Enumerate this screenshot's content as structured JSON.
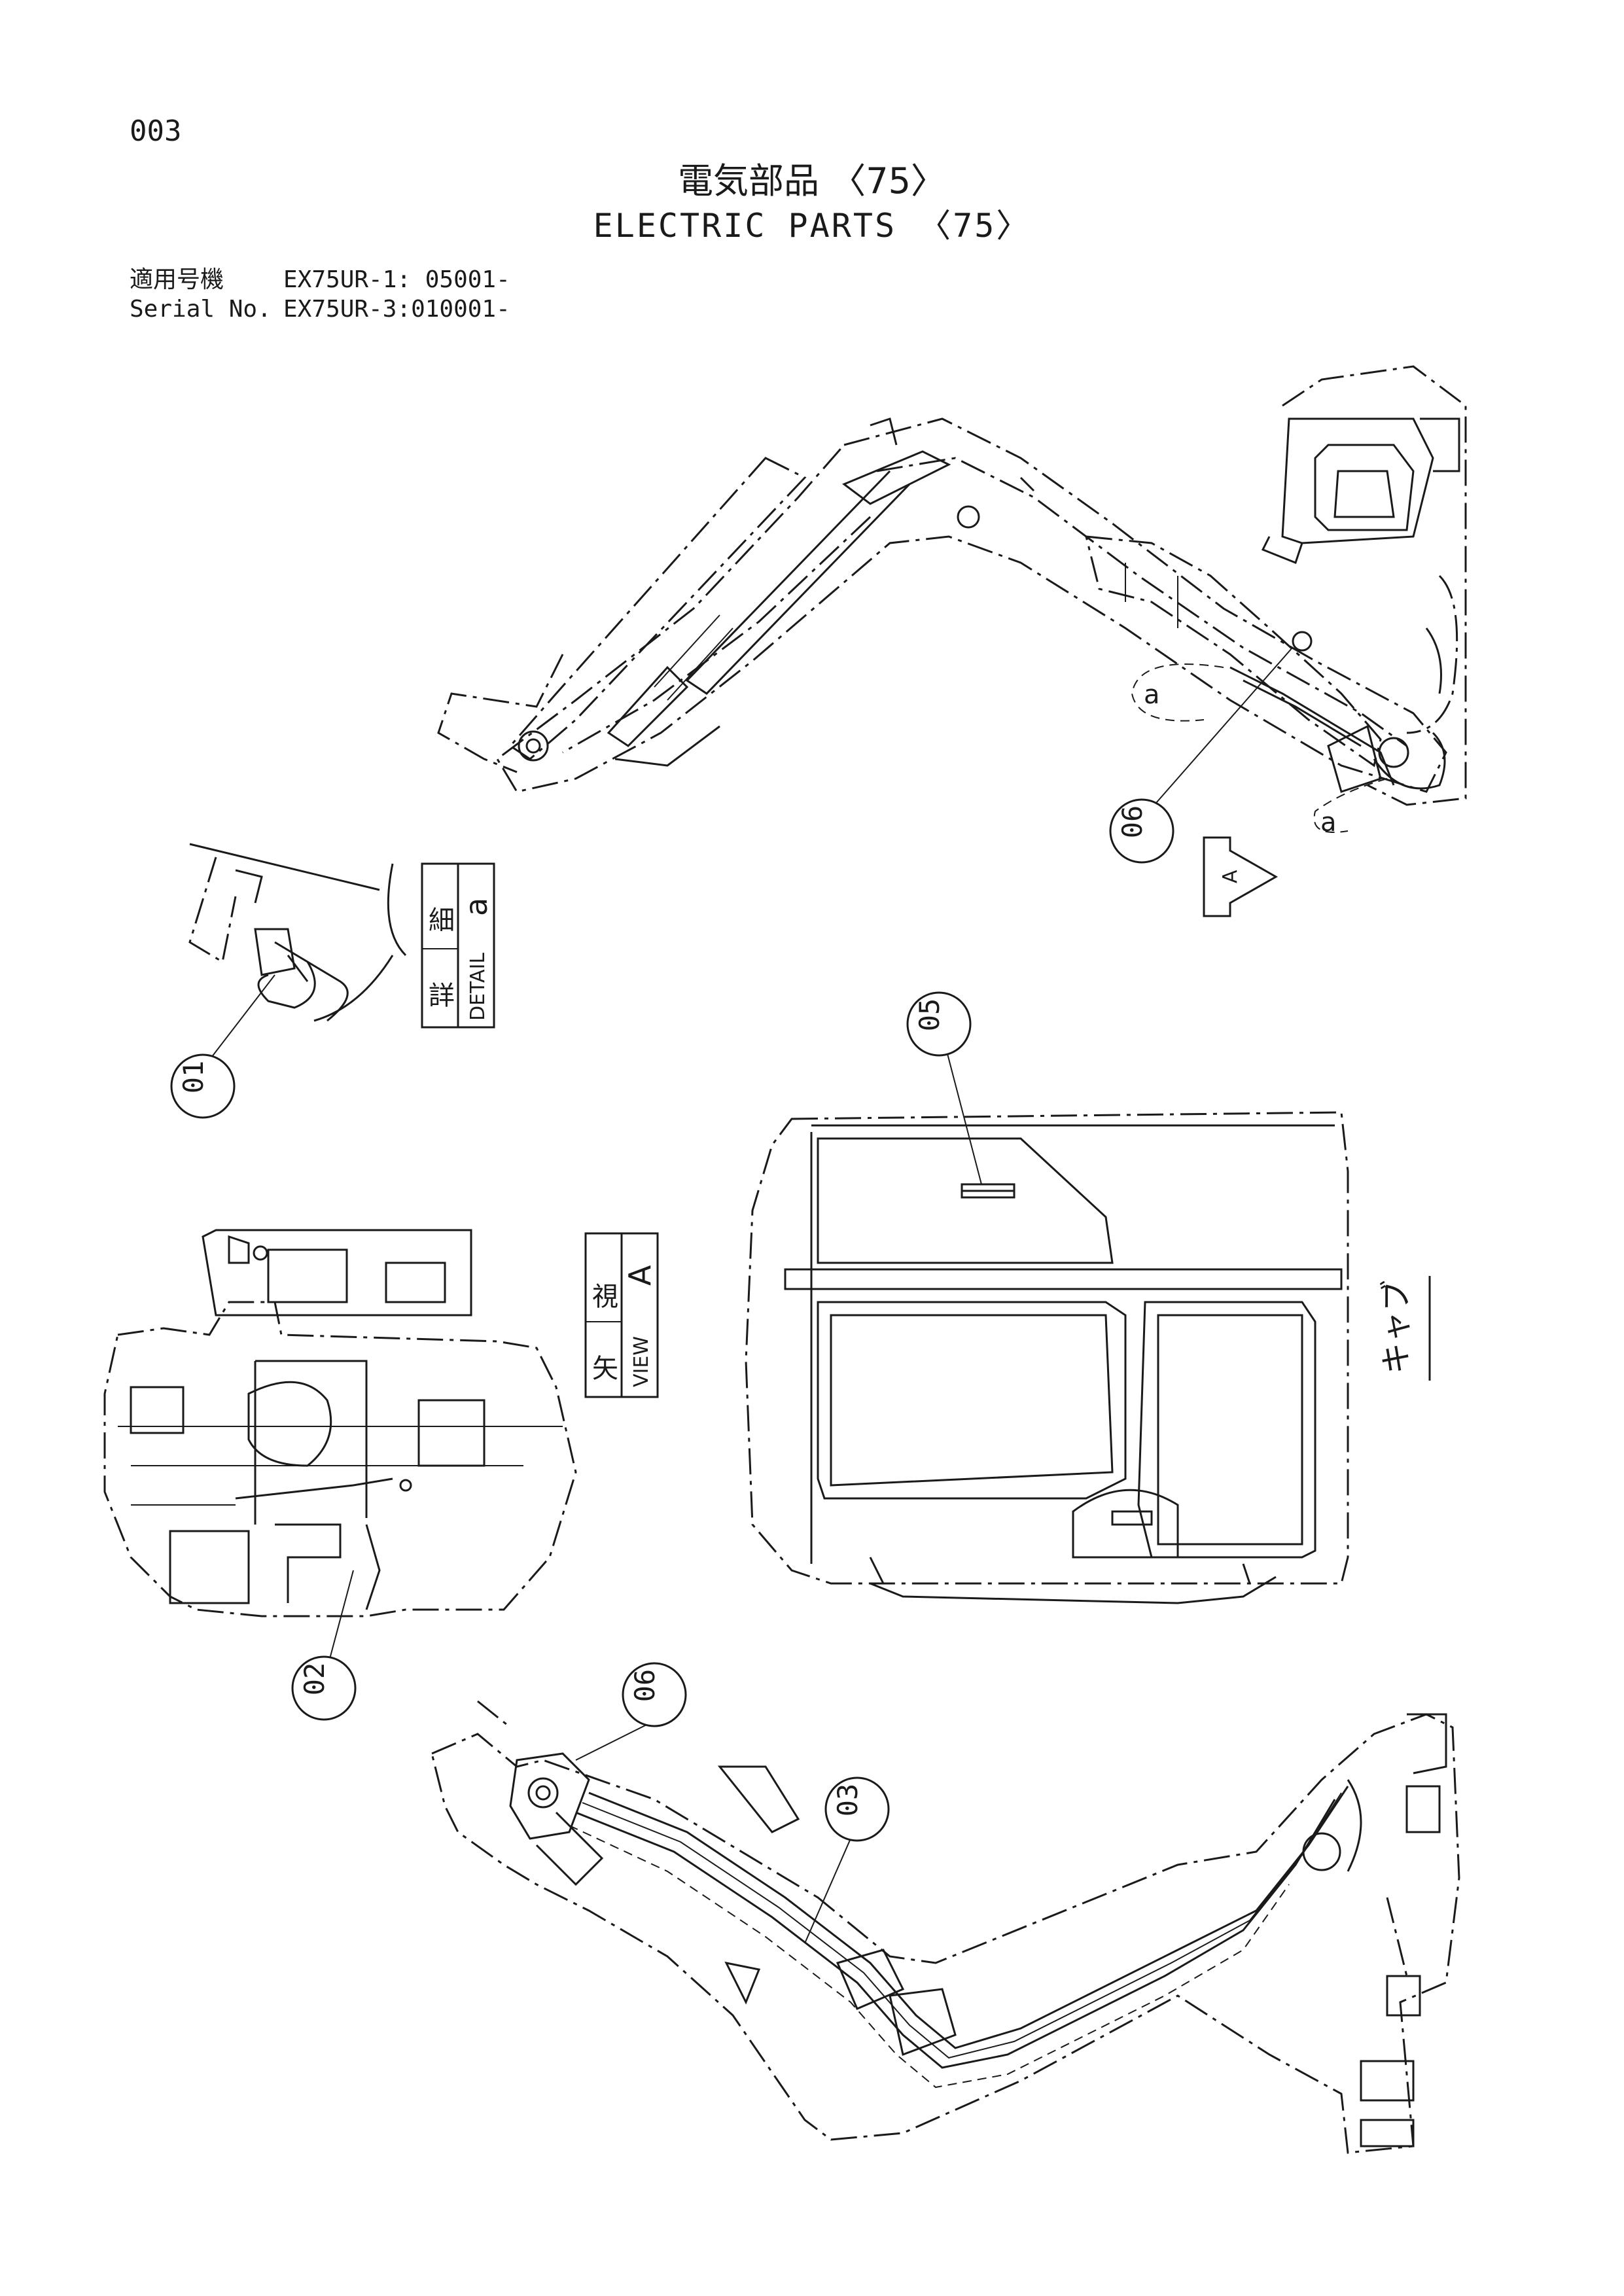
{
  "page": {
    "number": "003",
    "title_jp": "電気部品 〈75〉",
    "title_en": "ELECTRIC PARTS 〈75〉"
  },
  "serial": {
    "label_jp": "適用号機",
    "label_en": "Serial No.",
    "value_1": "EX75UR-1: 05001-",
    "value_2": "EX75UR-3:010001-"
  },
  "views": {
    "detail": {
      "jp_1": "詳",
      "jp_2": "細",
      "en": "DETAIL",
      "letter": "a"
    },
    "view": {
      "jp_1": "矢",
      "jp_2": "視",
      "en": "VIEW",
      "letter": "A"
    },
    "cab_label": "キャブ",
    "detail_marks": [
      "a",
      "a"
    ],
    "arrow_letter": "A"
  },
  "callouts": [
    "01",
    "02",
    "03",
    "05",
    "06",
    "06"
  ]
}
